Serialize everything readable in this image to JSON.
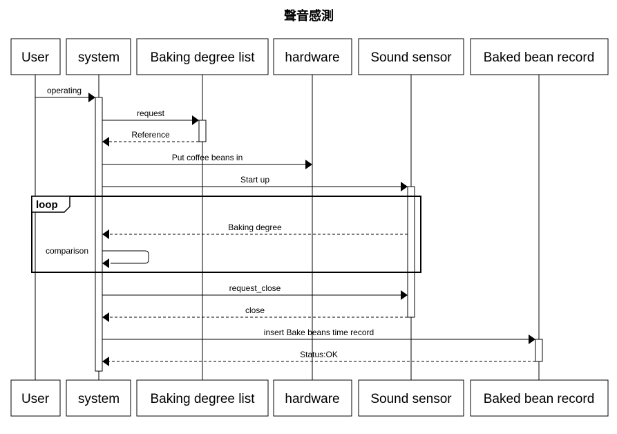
{
  "title": "聲音感測",
  "participants": [
    {
      "id": "user",
      "label": "User"
    },
    {
      "id": "system",
      "label": "system"
    },
    {
      "id": "baking",
      "label": "Baking degree list"
    },
    {
      "id": "hardware",
      "label": "hardware"
    },
    {
      "id": "sound",
      "label": "Sound sensor"
    },
    {
      "id": "record",
      "label": "Baked bean record"
    }
  ],
  "messages": [
    {
      "id": "operating",
      "from": "user",
      "to": "system",
      "label": "operating",
      "style": "solid"
    },
    {
      "id": "request",
      "from": "system",
      "to": "baking",
      "label": "request",
      "style": "solid"
    },
    {
      "id": "reference",
      "from": "baking",
      "to": "system",
      "label": "Reference",
      "style": "dashed"
    },
    {
      "id": "put-beans",
      "from": "system",
      "to": "hardware",
      "label": "Put coffee beans in",
      "style": "solid"
    },
    {
      "id": "start-up",
      "from": "system",
      "to": "sound",
      "label": "Start up",
      "style": "solid"
    },
    {
      "id": "baking-degree",
      "from": "sound",
      "to": "system",
      "label": "Baking degree",
      "style": "dashed"
    },
    {
      "id": "comparison",
      "from": "system",
      "to": "system",
      "label": "comparison",
      "style": "self"
    },
    {
      "id": "request-close",
      "from": "system",
      "to": "sound",
      "label": "request_close",
      "style": "solid"
    },
    {
      "id": "close",
      "from": "sound",
      "to": "system",
      "label": "close",
      "style": "dashed"
    },
    {
      "id": "insert-record",
      "from": "system",
      "to": "record",
      "label": "insert Bake beans time record",
      "style": "solid"
    },
    {
      "id": "status-ok",
      "from": "record",
      "to": "system",
      "label": "Status:OK",
      "style": "dashed"
    }
  ],
  "fragments": [
    {
      "id": "loop",
      "label": "loop"
    }
  ]
}
